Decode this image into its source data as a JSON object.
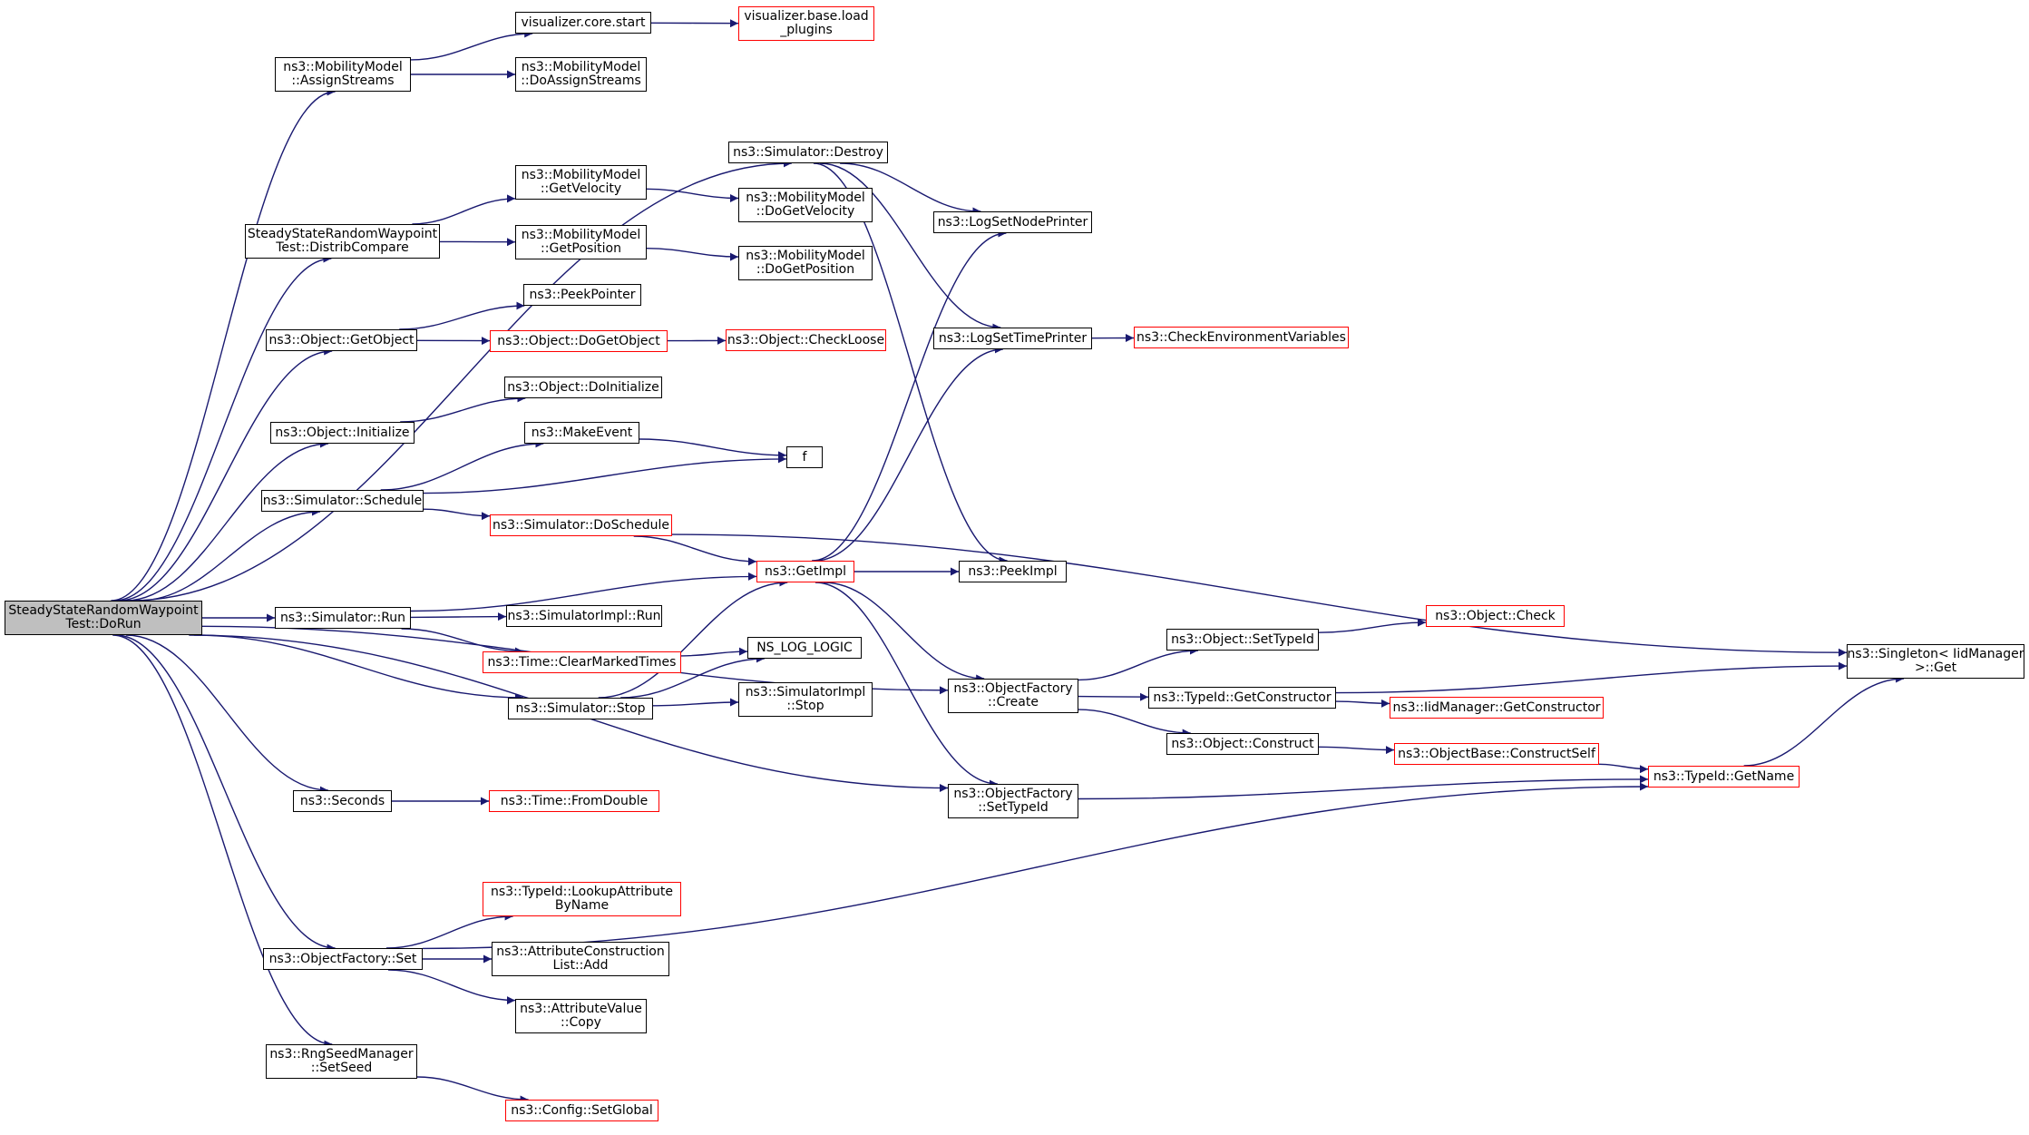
{
  "colors": {
    "edge": "#191970",
    "box_border": "#000000",
    "box_border_external": "#ff0000",
    "root_fill": "#bfbfbf"
  },
  "nodes": [
    {
      "id": "dorun",
      "lines": [
        "SteadyStateRandomWaypoint",
        "Test::DoRun"
      ],
      "red": false,
      "root": true
    },
    {
      "id": "assignstreams",
      "lines": [
        "ns3::MobilityModel",
        "::AssignStreams"
      ],
      "red": false
    },
    {
      "id": "vcorestart",
      "lines": [
        "visualizer.core.start"
      ],
      "red": false
    },
    {
      "id": "vbaseload",
      "lines": [
        "visualizer.base.load",
        "_plugins"
      ],
      "red": true
    },
    {
      "id": "doassign",
      "lines": [
        "ns3::MobilityModel",
        "::DoAssignStreams"
      ],
      "red": false
    },
    {
      "id": "destroy",
      "lines": [
        "ns3::Simulator::Destroy"
      ],
      "red": false
    },
    {
      "id": "distrib",
      "lines": [
        "SteadyStateRandomWaypoint",
        "Test::DistribCompare"
      ],
      "red": false
    },
    {
      "id": "getvelocity",
      "lines": [
        "ns3::MobilityModel",
        "::GetVelocity"
      ],
      "red": false
    },
    {
      "id": "dogetvelocity",
      "lines": [
        "ns3::MobilityModel",
        "::DoGetVelocity"
      ],
      "red": false
    },
    {
      "id": "getposition",
      "lines": [
        "ns3::MobilityModel",
        "::GetPosition"
      ],
      "red": false
    },
    {
      "id": "dogetposition",
      "lines": [
        "ns3::MobilityModel",
        "::DoGetPosition"
      ],
      "red": false
    },
    {
      "id": "lognodeprinter",
      "lines": [
        "ns3::LogSetNodePrinter"
      ],
      "red": false
    },
    {
      "id": "peekpointer",
      "lines": [
        "ns3::PeekPointer"
      ],
      "red": false
    },
    {
      "id": "getobject",
      "lines": [
        "ns3::Object::GetObject"
      ],
      "red": false
    },
    {
      "id": "dogetobject",
      "lines": [
        "ns3::Object::DoGetObject"
      ],
      "red": true
    },
    {
      "id": "checkloose",
      "lines": [
        "ns3::Object::CheckLoose"
      ],
      "red": true
    },
    {
      "id": "logtimeprinter",
      "lines": [
        "ns3::LogSetTimePrinter"
      ],
      "red": false
    },
    {
      "id": "checkenv",
      "lines": [
        "ns3::CheckEnvironmentVariables"
      ],
      "red": true
    },
    {
      "id": "doinitialize",
      "lines": [
        "ns3::Object::DoInitialize"
      ],
      "red": false
    },
    {
      "id": "initialize",
      "lines": [
        "ns3::Object::Initialize"
      ],
      "red": false
    },
    {
      "id": "makeevent",
      "lines": [
        "ns3::MakeEvent"
      ],
      "red": false
    },
    {
      "id": "f",
      "lines": [
        "f"
      ],
      "red": false
    },
    {
      "id": "schedule",
      "lines": [
        "ns3::Simulator::Schedule"
      ],
      "red": false
    },
    {
      "id": "doschedule",
      "lines": [
        "ns3::Simulator::DoSchedule"
      ],
      "red": true
    },
    {
      "id": "getimpl",
      "lines": [
        "ns3::GetImpl"
      ],
      "red": true
    },
    {
      "id": "peekimpl",
      "lines": [
        "ns3::PeekImpl"
      ],
      "red": false
    },
    {
      "id": "run",
      "lines": [
        "ns3::Simulator::Run"
      ],
      "red": false
    },
    {
      "id": "simimplrun",
      "lines": [
        "ns3::SimulatorImpl::Run"
      ],
      "red": false
    },
    {
      "id": "check",
      "lines": [
        "ns3::Object::Check"
      ],
      "red": true
    },
    {
      "id": "settypeid",
      "lines": [
        "ns3::Object::SetTypeId"
      ],
      "red": false
    },
    {
      "id": "singletonget",
      "lines": [
        "ns3::Singleton< IidManager",
        ">::Get"
      ],
      "red": false
    },
    {
      "id": "clearmarked",
      "lines": [
        "ns3::Time::ClearMarkedTimes"
      ],
      "red": true
    },
    {
      "id": "nslog",
      "lines": [
        "NS_LOG_LOGIC"
      ],
      "red": false
    },
    {
      "id": "ofcreate",
      "lines": [
        "ns3::ObjectFactory",
        "::Create"
      ],
      "red": false
    },
    {
      "id": "getconstructor",
      "lines": [
        "ns3::TypeId::GetConstructor"
      ],
      "red": false
    },
    {
      "id": "iidgetcons",
      "lines": [
        "ns3::IidManager::GetConstructor"
      ],
      "red": true
    },
    {
      "id": "stop",
      "lines": [
        "ns3::Simulator::Stop"
      ],
      "red": false
    },
    {
      "id": "simimplstop",
      "lines": [
        "ns3::SimulatorImpl",
        "::Stop"
      ],
      "red": false
    },
    {
      "id": "construct",
      "lines": [
        "ns3::Object::Construct"
      ],
      "red": false
    },
    {
      "id": "constructself",
      "lines": [
        "ns3::ObjectBase::ConstructSelf"
      ],
      "red": true
    },
    {
      "id": "getname",
      "lines": [
        "ns3::TypeId::GetName"
      ],
      "red": true
    },
    {
      "id": "seconds",
      "lines": [
        "ns3::Seconds"
      ],
      "red": false
    },
    {
      "id": "fromdouble",
      "lines": [
        "ns3::Time::FromDouble"
      ],
      "red": true
    },
    {
      "id": "ofsettypeid",
      "lines": [
        "ns3::ObjectFactory",
        "::SetTypeId"
      ],
      "red": false
    },
    {
      "id": "lookupattr",
      "lines": [
        "ns3::TypeId::LookupAttribute",
        "ByName"
      ],
      "red": true
    },
    {
      "id": "ofset",
      "lines": [
        "ns3::ObjectFactory::Set"
      ],
      "red": false
    },
    {
      "id": "attrlistadd",
      "lines": [
        "ns3::AttributeConstruction",
        "List::Add"
      ],
      "red": false
    },
    {
      "id": "attrcopy",
      "lines": [
        "ns3::AttributeValue",
        "::Copy"
      ],
      "red": false
    },
    {
      "id": "setseed",
      "lines": [
        "ns3::RngSeedManager",
        "::SetSeed"
      ],
      "red": false
    },
    {
      "id": "setglobal",
      "lines": [
        "ns3::Config::SetGlobal"
      ],
      "red": true
    }
  ],
  "edges": [
    [
      "dorun",
      "assignstreams"
    ],
    [
      "dorun",
      "destroy"
    ],
    [
      "dorun",
      "distrib"
    ],
    [
      "dorun",
      "getobject"
    ],
    [
      "dorun",
      "initialize"
    ],
    [
      "dorun",
      "schedule"
    ],
    [
      "dorun",
      "run"
    ],
    [
      "dorun",
      "stop"
    ],
    [
      "dorun",
      "ofcreate"
    ],
    [
      "dorun",
      "seconds"
    ],
    [
      "dorun",
      "ofsettypeid"
    ],
    [
      "dorun",
      "ofset"
    ],
    [
      "dorun",
      "setseed"
    ],
    [
      "assignstreams",
      "vcorestart"
    ],
    [
      "assignstreams",
      "doassign"
    ],
    [
      "vcorestart",
      "vbaseload"
    ],
    [
      "destroy",
      "lognodeprinter"
    ],
    [
      "destroy",
      "logtimeprinter"
    ],
    [
      "destroy",
      "peekimpl"
    ],
    [
      "distrib",
      "getvelocity"
    ],
    [
      "distrib",
      "getposition"
    ],
    [
      "getvelocity",
      "dogetvelocity"
    ],
    [
      "getposition",
      "dogetposition"
    ],
    [
      "getobject",
      "peekpointer"
    ],
    [
      "getobject",
      "dogetobject"
    ],
    [
      "dogetobject",
      "checkloose"
    ],
    [
      "logtimeprinter",
      "checkenv"
    ],
    [
      "initialize",
      "doinitialize"
    ],
    [
      "schedule",
      "makeevent"
    ],
    [
      "schedule",
      "f"
    ],
    [
      "schedule",
      "doschedule"
    ],
    [
      "makeevent",
      "f"
    ],
    [
      "doschedule",
      "getimpl"
    ],
    [
      "doschedule",
      "singletonget"
    ],
    [
      "getimpl",
      "lognodeprinter"
    ],
    [
      "getimpl",
      "logtimeprinter"
    ],
    [
      "getimpl",
      "peekimpl"
    ],
    [
      "getimpl",
      "ofcreate"
    ],
    [
      "getimpl",
      "ofsettypeid"
    ],
    [
      "run",
      "getimpl"
    ],
    [
      "run",
      "simimplrun"
    ],
    [
      "run",
      "clearmarked"
    ],
    [
      "clearmarked",
      "nslog"
    ],
    [
      "stop",
      "getimpl"
    ],
    [
      "stop",
      "nslog"
    ],
    [
      "stop",
      "simimplstop"
    ],
    [
      "ofcreate",
      "settypeid"
    ],
    [
      "ofcreate",
      "getconstructor"
    ],
    [
      "ofcreate",
      "construct"
    ],
    [
      "settypeid",
      "check"
    ],
    [
      "getconstructor",
      "singletonget"
    ],
    [
      "getconstructor",
      "iidgetcons"
    ],
    [
      "construct",
      "constructself"
    ],
    [
      "constructself",
      "getname"
    ],
    [
      "getname",
      "singletonget"
    ],
    [
      "ofsettypeid",
      "getname"
    ],
    [
      "seconds",
      "fromdouble"
    ],
    [
      "ofset",
      "lookupattr"
    ],
    [
      "ofset",
      "attrlistadd"
    ],
    [
      "ofset",
      "attrcopy"
    ],
    [
      "ofset",
      "getname"
    ],
    [
      "setseed",
      "setglobal"
    ]
  ]
}
